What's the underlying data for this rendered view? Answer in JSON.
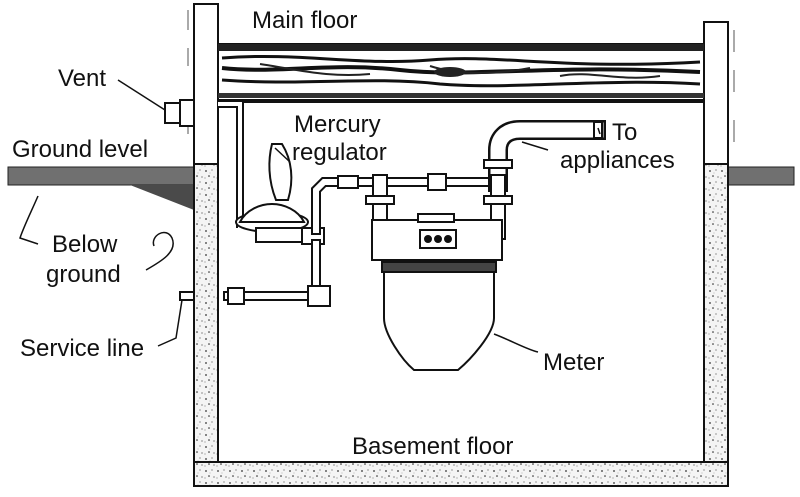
{
  "labels": {
    "main_floor": "Main floor",
    "vent": "Vent",
    "ground_level": "Ground level",
    "mercury": "Mercury",
    "regulator": "regulator",
    "to": "To",
    "appliances": "appliances",
    "below": "Below",
    "ground": "ground",
    "service_line": "Service line",
    "meter": "Meter",
    "basement_floor": "Basement floor"
  },
  "colors": {
    "ink": "#111111",
    "ground_band": "#6e6e6e",
    "concrete_fill": "#f2f2f2"
  }
}
